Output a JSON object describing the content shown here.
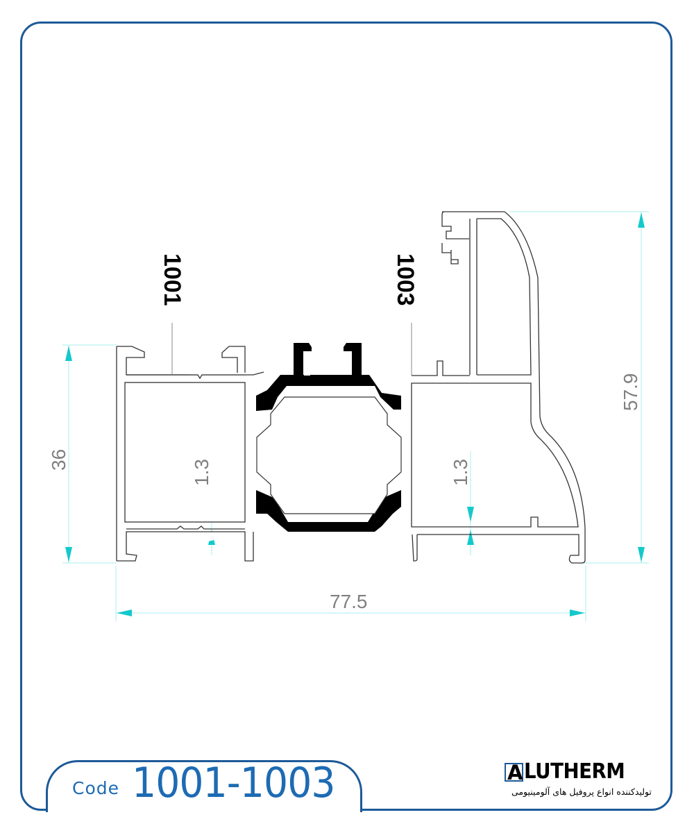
{
  "drawing": {
    "profiles": [
      {
        "code": "1001",
        "label": "1001"
      },
      {
        "code": "1003",
        "label": "1003"
      }
    ],
    "dimensions": {
      "left_height": "36",
      "right_height": "57.9",
      "total_width": "77.5",
      "wall_thickness_left": "1.3",
      "wall_thickness_right": "1.3"
    },
    "colors": {
      "frame_border": "#1d5a98",
      "code_text": "#1d6bb3",
      "dimension_line": "#9fe7ea",
      "dimension_arrow": "#13c9cc",
      "dimension_text": "#808080",
      "profile_outline": "#000000",
      "thermal_break": "#000000"
    }
  },
  "footer": {
    "code_label": "Code",
    "code_value": "1001-1003"
  },
  "brand": {
    "logo_letter": "A",
    "logo_rest": "LUTHERM",
    "tagline": "تولیدکننده انواع پروفیل های آلومینیومی"
  }
}
